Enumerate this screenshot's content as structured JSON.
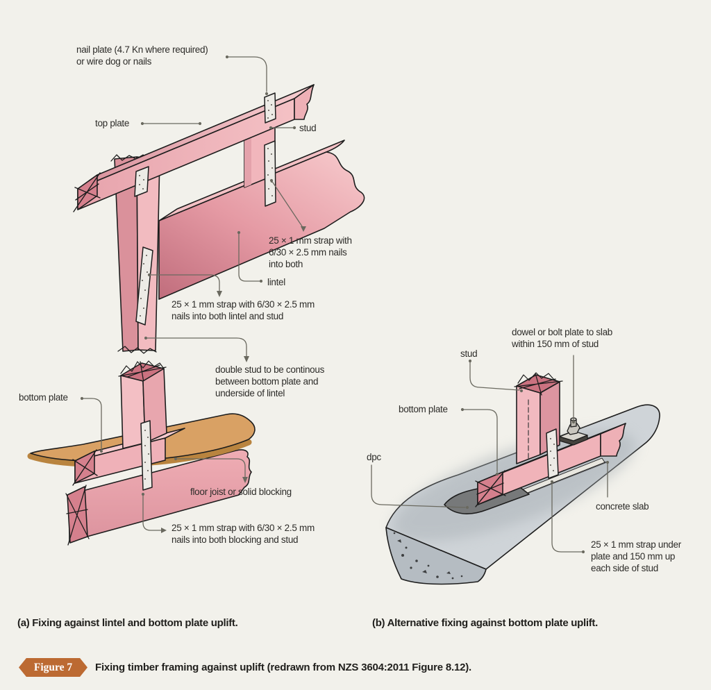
{
  "panel_a": {
    "caption": "(a) Fixing against lintel and bottom plate uplift.",
    "labels": {
      "nail_plate": "nail plate  (4.7 Kn where required)\nor wire dog or nails",
      "top_plate": "top plate",
      "stud": "stud",
      "strap_top": "25 × 1 mm strap with\n6/30 × 2.5 mm nails\ninto both",
      "lintel": "lintel",
      "strap_lintel": "25 × 1 mm strap with 6/30 × 2.5 mm\nnails into both lintel and stud",
      "double_stud": "double stud to be continous\nbetween bottom plate and\nunderside of lintel",
      "bottom_plate": "bottom plate",
      "floor_joist": "floor joist or solid blocking",
      "strap_blocking": "25 × 1 mm strap with 6/30 × 2.5 mm\nnails into both blocking and stud"
    }
  },
  "panel_b": {
    "caption": "(b) Alternative fixing against bottom plate uplift.",
    "labels": {
      "dowel": "dowel or bolt plate to slab\nwithin 150 mm of stud",
      "stud": "stud",
      "bottom_plate": "bottom plate",
      "dpc": "dpc",
      "concrete_slab": "concrete slab",
      "strap_under": "25 × 1 mm strap under\nplate and 150 mm up\neach side of stud"
    }
  },
  "figure": {
    "badge": "Figure 7",
    "caption": "Fixing timber framing against uplift (redrawn from NZS 3604:2011 Figure 8.12)."
  },
  "colors": {
    "background": "#f2f1eb",
    "timber_light": "#f6cacd",
    "timber_mid": "#f0b3b9",
    "timber_dark": "#db929c",
    "timber_end_grain": "#d5808d",
    "floor_tan": "#d9a164",
    "concrete_top": "#cfd4d8",
    "concrete_cut": "#b5bcc2",
    "dpc_gray": "#77797a",
    "strap_metal": "#edebe6",
    "badge_orange": "#bc6a32",
    "leader_line": "#6a695f",
    "text": "#2d2c29"
  }
}
